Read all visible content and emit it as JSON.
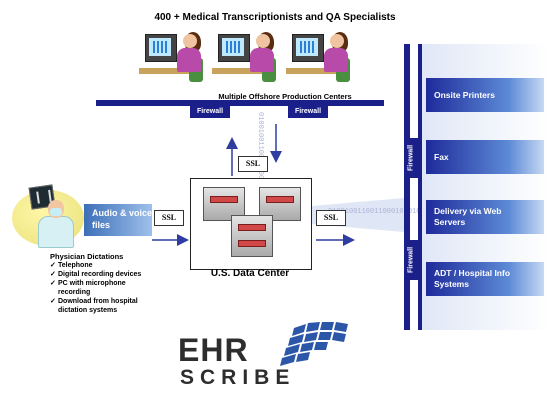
{
  "title": "400 + Medical Transcriptionists and QA Specialists",
  "production_centers_label": "Multiple Offshore Production Centers",
  "firewall_label": "Firewall",
  "ssl_label": "SSL",
  "audio_label": "Audio & voice files",
  "data_center_label": "U.S. Data Center",
  "dictations": {
    "heading": "Physician Dictations",
    "items": [
      "Telephone",
      "Digital recording devices",
      "PC with microphone recording",
      "Download from hospital dictation systems"
    ]
  },
  "delivery_targets": [
    "Onsite Printers",
    "Fax",
    "Delivery via Web Servers",
    "ADT / Hospital Info Systems"
  ],
  "logo": {
    "line1": "EHR",
    "line2": "SCRIBE"
  },
  "binary_stream": "01001001100110001010100110110",
  "colors": {
    "firewall": "#1b1f8a",
    "panel_start": "#1e2a9a",
    "panel_end": "#c6d8f3",
    "arrow": "#2f3da0"
  },
  "icons": [
    "transcriptionist-icon",
    "physician-icon",
    "server-icon",
    "ehr-scribe-logo-icon"
  ]
}
